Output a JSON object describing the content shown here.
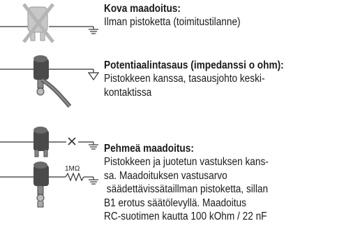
{
  "sections": [
    {
      "heading": "Kova maadoitus:",
      "body_lines": [
        "Ilman pistoketta (toimitustilanne)"
      ]
    },
    {
      "heading": "Potentiaalintasaus (impedanssi o ohm):",
      "body_lines": [
        "Pistokkeen kanssa, tasausjohto keski-",
        "kontaktissa"
      ]
    },
    {
      "heading": "Pehmeä maadoitus:",
      "body_lines": [
        "Pistokkeen ja juotetun vastuksen kans-",
        "sa. Maadoituksen vastusarvo",
        " säädettävissätaillman pistoketta, sillan",
        "B1 erotus säätölevyllä. Maadoitus",
        "RC-suotimen kautta 100 kOhm / 22 nF"
      ]
    }
  ],
  "diagrams": {
    "resistor_label": "1MΩ"
  }
}
